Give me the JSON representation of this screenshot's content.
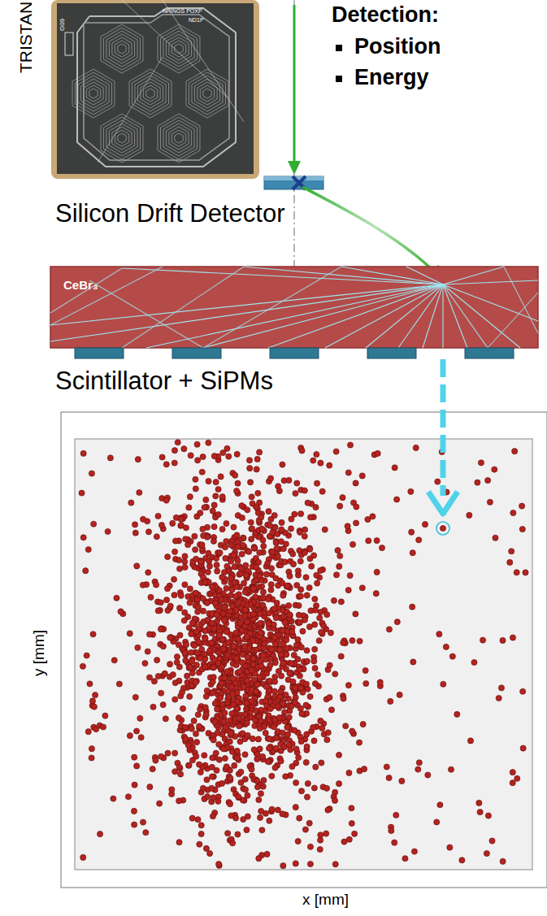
{
  "diagram": {
    "nodes": [
      {
        "text": [
          "CeBr₃"
        ]
      }
    ],
    "labels": [
      "TRISTAN",
      "G09",
      "NRINGS POXP",
      "ND1P",
      "Detection:",
      "Position",
      "Energy",
      "Silicon Drift Detector",
      "Scintillator + SiPMs",
      "y [mm]",
      "x [mm]"
    ]
  }
}
